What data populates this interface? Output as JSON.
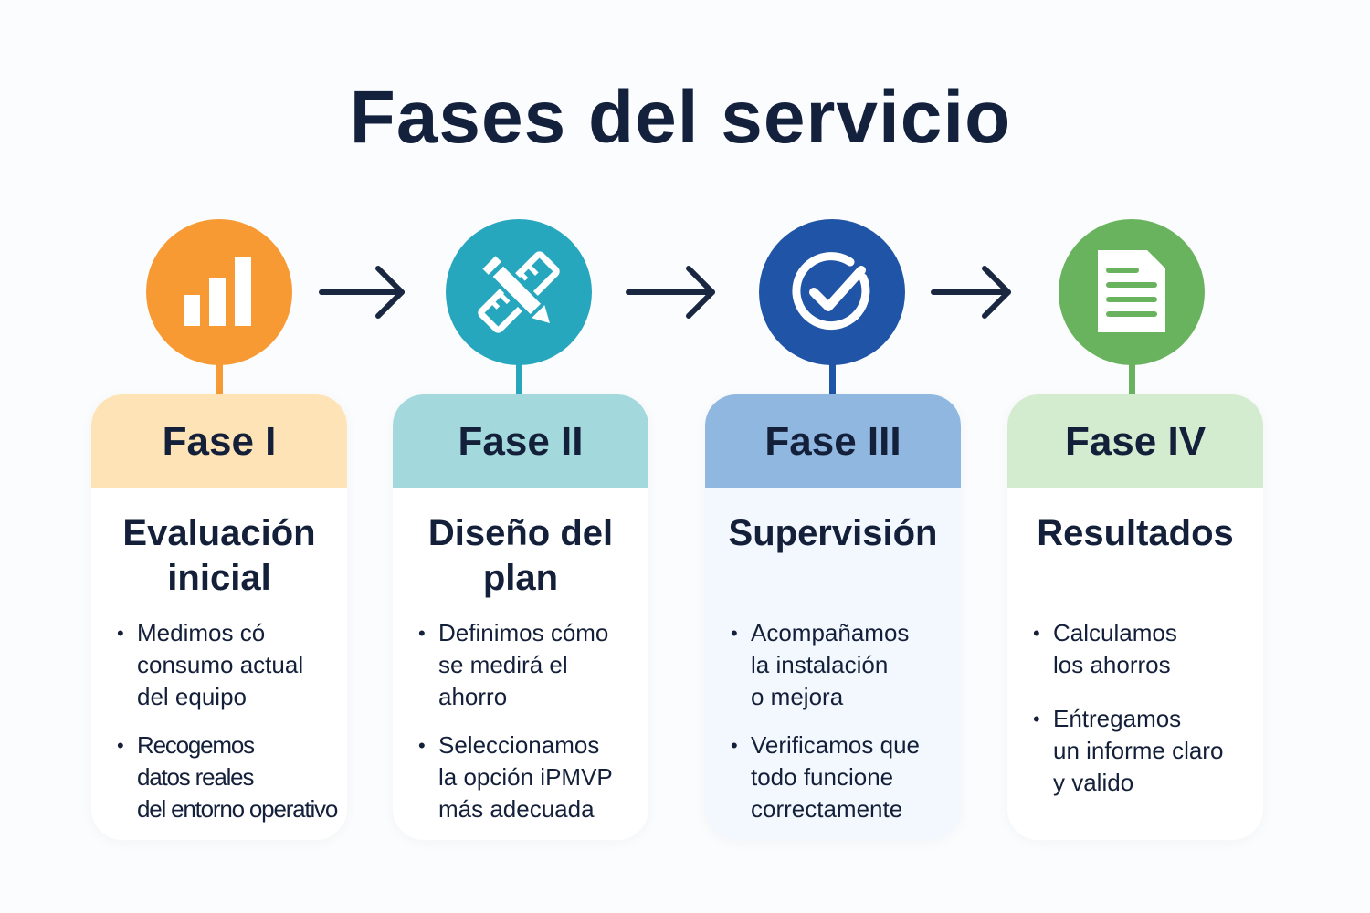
{
  "title": "Fases del servicio",
  "colors": {
    "text": "#13213d",
    "arrow": "#1a2740"
  },
  "phases": [
    {
      "label": "Fase I",
      "name": "Evaluación\ninicial",
      "icon": "bar-chart-icon",
      "circle": "#f79a34",
      "header": "#fde3b6",
      "body": "#ffffff",
      "bullets": [
        "Medimos có\nconsumo actual\ndel equipo",
        "Recogemos\ndatos reales\ndel entorno operativo"
      ]
    },
    {
      "label": "Fase II",
      "name": "Diseño del\nplan",
      "icon": "pencil-ruler-icon",
      "circle": "#27a7be",
      "header": "#a3d8dc",
      "body": "#ffffff",
      "bullets": [
        "Definimos cómo\nse medirá el\nahorro",
        "Seleccionamos\nla opción iPMVP\nmás adecuada"
      ]
    },
    {
      "label": "Fase III",
      "name": "Supervisión",
      "icon": "check-circle-icon",
      "circle": "#1f54a6",
      "header": "#8fb7df",
      "body": "#f3f8fe",
      "bullets": [
        "Acompañamos\nla instalación\no mejora",
        "Verificamos que\ntodo funcione\ncorrectamente"
      ]
    },
    {
      "label": "Fase IV",
      "name": "Resultados",
      "icon": "document-icon",
      "circle": "#6ab35e",
      "header": "#d3ebcf",
      "body": "#ffffff",
      "bullets": [
        "Calculamos\nlos ahorros",
        "Eńtregamos\nun informe claro\ny valido"
      ]
    }
  ]
}
